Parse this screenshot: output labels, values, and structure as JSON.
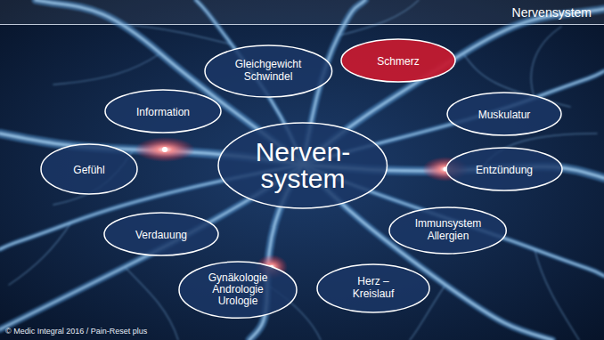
{
  "diagram": {
    "title": "Nervensystem",
    "nodes": [
      {
        "text": [
          "Gleichgewicht Schwindel"
        ]
      },
      {
        "text": [
          "Schmerz"
        ]
      },
      {
        "text": [
          "Information"
        ]
      },
      {
        "text": [
          "Muskulatur"
        ]
      },
      {
        "text": [
          "Nerven- system"
        ]
      },
      {
        "text": [
          "Gefühl"
        ]
      },
      {
        "text": [
          "Entzündung"
        ]
      },
      {
        "text": [
          "Verdauung"
        ]
      },
      {
        "text": [
          "Immunsystem Allergien"
        ]
      },
      {
        "text": [
          "Gynäkologie Andrologie Urologie"
        ]
      },
      {
        "text": [
          "Herz – Kreislauf"
        ]
      }
    ],
    "labels": [
      "© Medic Integral 2016 / Pain-Reset plus"
    ]
  }
}
